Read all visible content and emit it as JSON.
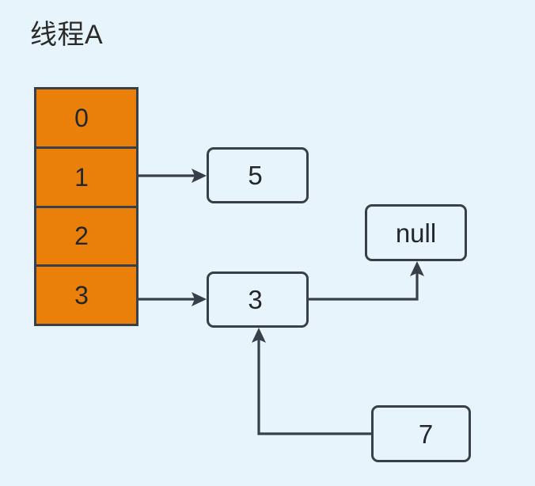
{
  "diagram": {
    "title": "线程A",
    "background_color": "#e8f4fc",
    "stroke_color": "#37404a",
    "array_fill_color": "#ea7f0a",
    "node_fill_color": "#e8f4fc",
    "text_color": "#23272b"
  },
  "array": {
    "name": "bucket-array",
    "cells": [
      {
        "index_label": "0"
      },
      {
        "index_label": "1"
      },
      {
        "index_label": "2"
      },
      {
        "index_label": "3"
      }
    ]
  },
  "nodes": [
    {
      "id": "node-5",
      "label": "5"
    },
    {
      "id": "node-null",
      "label": "null"
    },
    {
      "id": "node-3",
      "label": "3"
    },
    {
      "id": "node-7",
      "label": "7"
    }
  ],
  "connectors": [
    {
      "name": "arrow-bucket1-to-node5",
      "from": "bucket-cell-1",
      "to": "node-5",
      "arrowhead": "right"
    },
    {
      "name": "arrow-bucket3-to-node3",
      "from": "bucket-cell-3",
      "to": "node-3",
      "arrowhead": "right"
    },
    {
      "name": "arrow-node3-to-null",
      "from": "node-3",
      "to": "node-null",
      "arrowhead": "up"
    },
    {
      "name": "arrow-node7-to-node3",
      "from": "node-7",
      "to": "node-3",
      "arrowhead": "up"
    }
  ]
}
